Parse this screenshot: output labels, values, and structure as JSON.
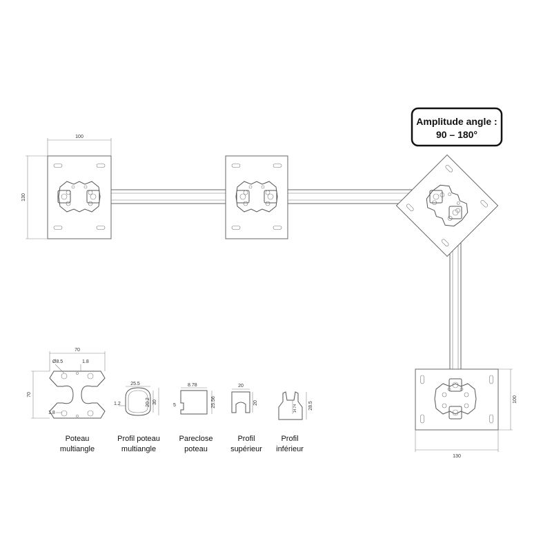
{
  "callout": {
    "line1": "Amplitude angle :",
    "line2": "90 – 180°"
  },
  "dimensions": {
    "plate_left_width": "100",
    "plate_left_height": "130",
    "plate_bottom_right_width": "130",
    "plate_bottom_right_height": "100",
    "poteau_width": "70",
    "poteau_height": "70",
    "poteau_hole": "Ø8.5",
    "poteau_wall_top": "1.8",
    "poteau_wall_bottom": "1.8",
    "profil_poteau_width": "25.5",
    "profil_poteau_inner": "20.2",
    "profil_poteau_height": "30",
    "profil_poteau_lip": "1.2",
    "pareclose_width": "8.78",
    "pareclose_height": "25.56",
    "pareclose_lip": "5",
    "profil_sup_width": "20",
    "profil_sup_height": "20",
    "profil_inf_inner": "14.74",
    "profil_inf_height": "28.5"
  },
  "captions": {
    "poteau_l1": "Poteau",
    "poteau_l2": "multiangle",
    "profil_poteau_l1": "Profil poteau",
    "profil_poteau_l2": "multiangle",
    "pareclose_l1": "Pareclose",
    "pareclose_l2": "poteau",
    "profil_sup_l1": "Profil",
    "profil_sup_l2": "supérieur",
    "profil_inf_l1": "Profil",
    "profil_inf_l2": "inférieur"
  }
}
